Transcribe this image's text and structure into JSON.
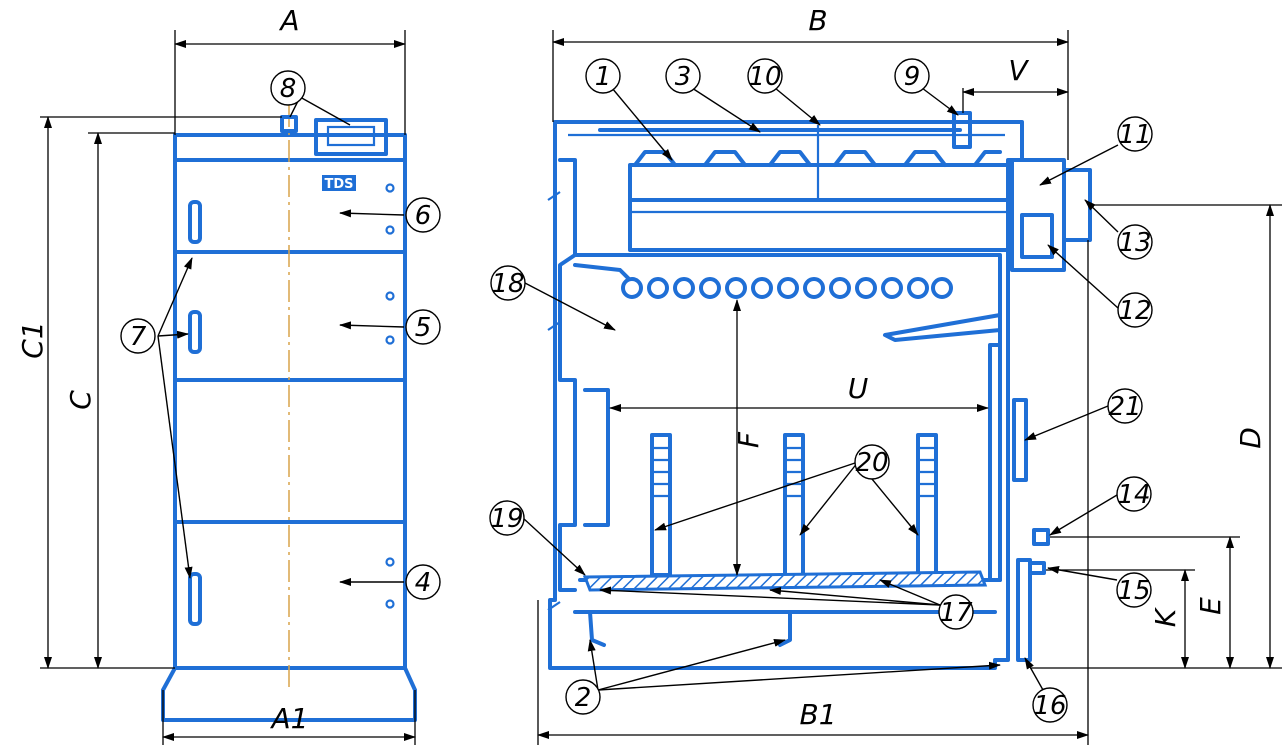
{
  "colors": {
    "line": "#1f6fd6",
    "dimension": "#000000",
    "background": "#ffffff"
  },
  "front_view": {
    "logo": "TDS",
    "dimensions": {
      "width_top": "A",
      "width_base": "A1",
      "height_total": "C1",
      "height": "C"
    },
    "callouts": [
      "8",
      "6",
      "5",
      "7",
      "4"
    ]
  },
  "section_view": {
    "dimensions": {
      "depth_top": "B",
      "depth_base": "B1",
      "offset_outlet": "V",
      "chamber_width": "U",
      "chamber_height": "F",
      "height_outlet": "D",
      "height_inlet": "E",
      "height_return": "K"
    },
    "callouts": [
      "1",
      "3",
      "10",
      "9",
      "11",
      "13",
      "12",
      "18",
      "21",
      "20",
      "14",
      "19",
      "15",
      "17",
      "2",
      "16"
    ]
  }
}
